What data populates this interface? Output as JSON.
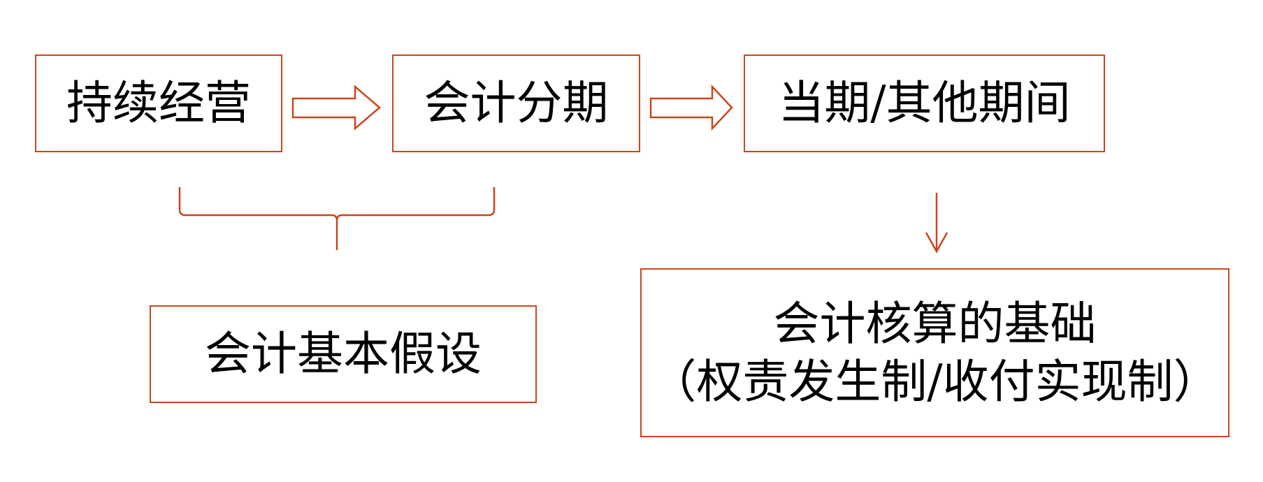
{
  "colors": {
    "accent": "#c8461c",
    "text": "#000000",
    "background": "#ffffff"
  },
  "nodes": {
    "going_concern": "持续经营",
    "accounting_period": "会计分期",
    "current_other_period": "当期/其他期间",
    "basic_assumptions": "会计基本假设",
    "accounting_basis_line1": "会计核算的基础",
    "accounting_basis_line2": "（权责发生制/收付实现制）"
  }
}
